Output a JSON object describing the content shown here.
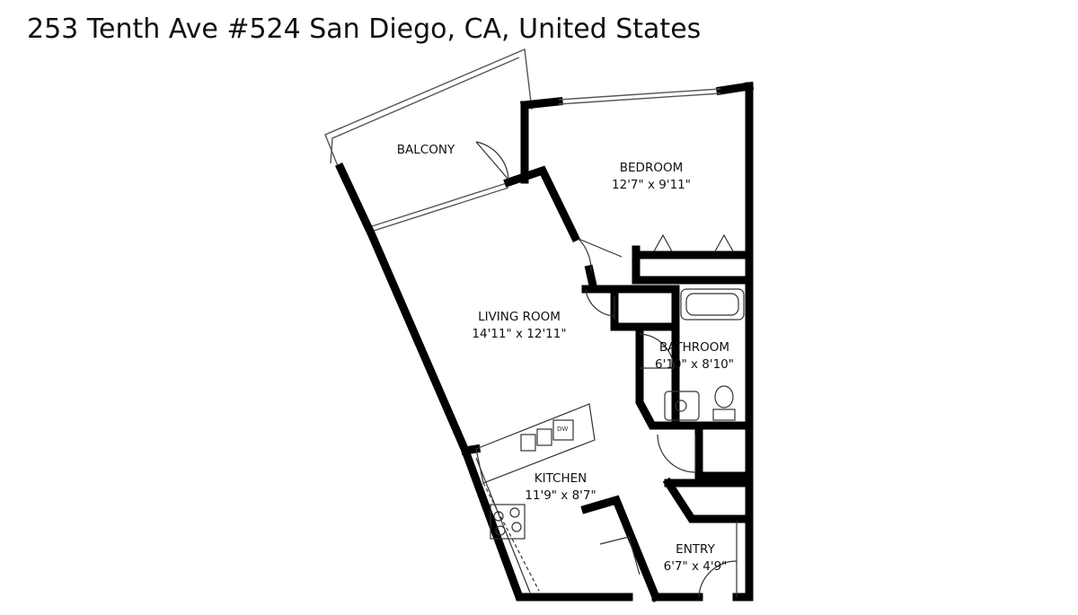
{
  "address": "253 Tenth Ave #524 San Diego, CA, United States",
  "rooms": {
    "balcony": {
      "name": "BALCONY"
    },
    "bedroom": {
      "name": "BEDROOM",
      "dim": "12'7\" x 9'11\""
    },
    "living": {
      "name": "LIVING ROOM",
      "dim": "14'11\" x 12'11\""
    },
    "bathroom": {
      "name": "BATHROOM",
      "dim": "6'10\" x 8'10\""
    },
    "kitchen": {
      "name": "KITCHEN",
      "dim": "11'9\" x 8'7\""
    },
    "entry": {
      "name": "ENTRY",
      "dim": "6'7\" x 4'9\""
    }
  },
  "appliances": {
    "dishwasher": "DW"
  }
}
